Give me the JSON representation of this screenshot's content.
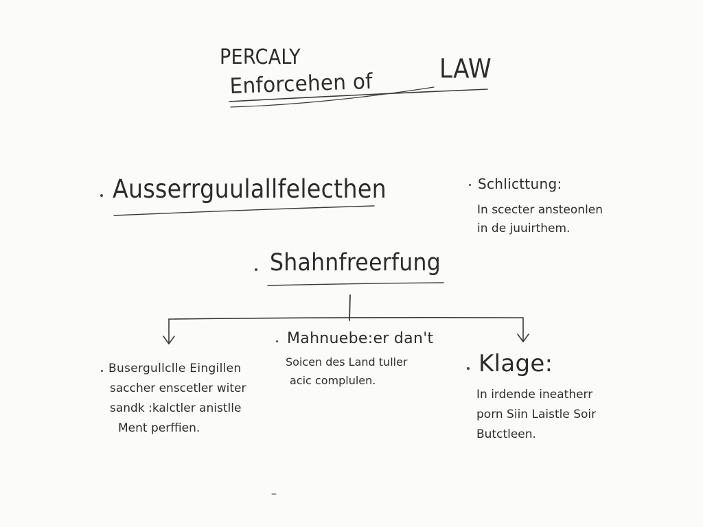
{
  "title": {
    "line1": "PERCALY",
    "line2": "Enforcehen of",
    "line2_right": "LAW"
  },
  "nodes": {
    "aussergerichtlich": {
      "label": "Ausserrguulallfelecthen"
    },
    "schlichtung": {
      "label": "Schlicttung:",
      "desc": [
        "In scecter ansteonlen",
        "in de juuirthem."
      ]
    },
    "zwangsvollstreckung": {
      "label": "Shahnfreerfung"
    },
    "left_branch": {
      "label": "Busergullclle Eingillen",
      "desc": [
        "saccher enscetler witer",
        "sandk :kalctler anistlle",
        "Ment perffien."
      ]
    },
    "mahnverfahren": {
      "label": "Mahnuebe:er dan't",
      "desc": [
        "Soicen des Land tuller",
        "acic complulen."
      ]
    },
    "klage": {
      "label": "Klage:",
      "desc": [
        "In irdende ineatherr",
        "porn Siin Laistle Soir",
        "Butctleen."
      ]
    }
  },
  "colors": {
    "paper": "#fbfbf9",
    "ink": "#2c2c2c"
  }
}
